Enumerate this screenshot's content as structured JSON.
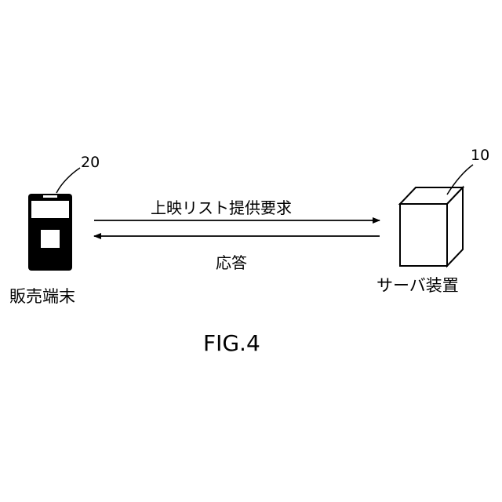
{
  "figure": {
    "title": "FIG.4"
  },
  "nodes": {
    "terminal": {
      "label": "販売端末",
      "ref": "20"
    },
    "server": {
      "label": "サーバ装置",
      "ref": "10"
    }
  },
  "messages": {
    "request": "上映リスト提供要求",
    "response": "応答"
  }
}
